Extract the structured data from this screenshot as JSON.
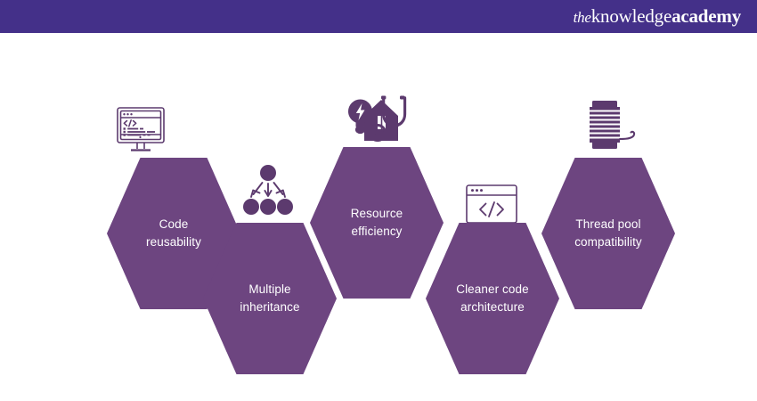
{
  "header": {
    "background_color": "#443089",
    "logo": {
      "part_the": "the",
      "part_knowledge": "knowledge",
      "part_academy": "academy",
      "full_text": "theknowledgeacademy"
    }
  },
  "infographic": {
    "type": "hexagon-chain",
    "hexagon_color": "#6d4580",
    "icon_color": "#5c3a6e",
    "label_color": "#ffffff",
    "background_color": "#ffffff",
    "nodes": [
      {
        "index": 1,
        "label_line1": "Code",
        "label_line2": "reusability",
        "icon": "monitor-code-icon",
        "row": "upper"
      },
      {
        "index": 2,
        "label_line1": "Multiple",
        "label_line2": "inheritance",
        "icon": "inheritance-hierarchy-icon",
        "row": "lower"
      },
      {
        "index": 3,
        "label_line1": "Resource",
        "label_line2": "efficiency",
        "icon": "energy-efficiency-house-icon",
        "row": "upper"
      },
      {
        "index": 4,
        "label_line1": "Cleaner code",
        "label_line2": "architecture",
        "icon": "browser-code-window-icon",
        "row": "lower"
      },
      {
        "index": 5,
        "label_line1": "Thread pool",
        "label_line2": "compatibility",
        "icon": "thread-spool-icon",
        "row": "upper"
      }
    ]
  }
}
